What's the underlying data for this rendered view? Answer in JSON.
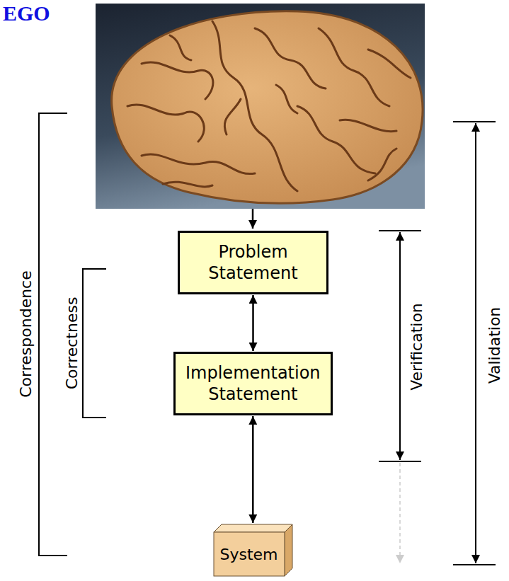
{
  "diagram": {
    "nodes": [
      {
        "text": [
          "Problem Statement"
        ]
      },
      {
        "text": [
          "Implementation Statement"
        ]
      },
      {
        "text": [
          "System"
        ]
      }
    ],
    "edges": [
      {
        "from": 0,
        "to": 1,
        "arrow": "both"
      },
      {
        "from": 1,
        "to": 2,
        "arrow": "both"
      }
    ],
    "labels": [
      "EGO",
      "Correspondence",
      "Correctness",
      "Verification",
      "Validation"
    ]
  }
}
